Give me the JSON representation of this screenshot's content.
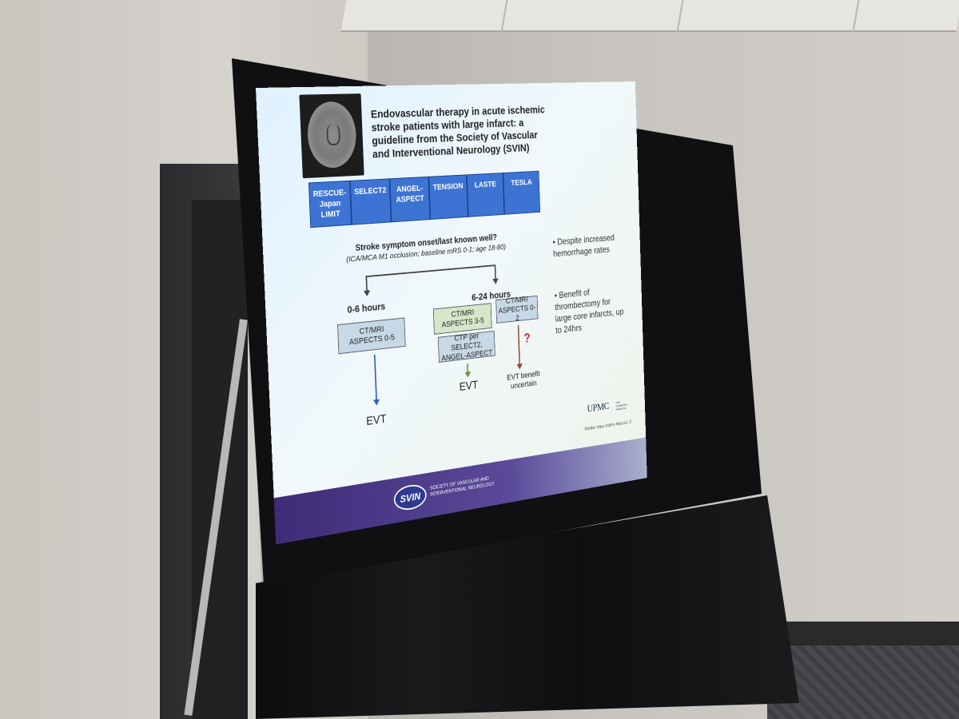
{
  "slide": {
    "title": "Endovascular therapy in acute ischemic stroke patients with large infarct: a guideline from the Society of Vascular and Interventional Neurology (SVIN)",
    "trials": [
      "RESCUE-\nJapan\nLIMIT",
      "SELECT2",
      "ANGEL-\nASPECT",
      "TENSION",
      "LASTE",
      "TESLA"
    ],
    "question": "Stroke symptom onset/last known well?",
    "question_sub": "(ICA/MCA M1 occlusion; baseline mRS 0-1; age 18-80)",
    "branch_left_label": "0-6 hours",
    "branch_right_label": "6-24 hours",
    "box_left": "CT/MRI\nASPECTS 0-5",
    "box_mid": "CT/MRI\nASPECTS 3-5",
    "box_mid2": "CTP per SELECT2,\nANGEL-ASPECT",
    "box_right": "CT/MRI\nASPECTS 0-2",
    "outcome_left": "EVT",
    "outcome_mid": "EVT",
    "outcome_right": "EVT benefit\nuncertain",
    "question_mark": "?",
    "bullets": [
      "Despite increased\nhemorrhage rates",
      "Benefit of\nthrombectomy for\nlarge core infarcts, up\nto 24hrs"
    ],
    "logo": "UPMC",
    "logo_sub": "LIFE\nCHANGING\nMEDICINE",
    "citation": "Stroke Vasc Interv Neurol. 2",
    "footer_logo": "SVIN",
    "footer_org": "SOCIETY OF VASCULAR AND\nINTERVENTIONAL NEUROLOGY"
  },
  "colors": {
    "trial_blue": "#3d74d4",
    "arrow_blue": "#2f5fc4",
    "arrow_green": "#6b8e3a",
    "arrow_brown": "#8b4a2b",
    "question_red": "#c62828",
    "footer_purple": "#3e2c78"
  }
}
